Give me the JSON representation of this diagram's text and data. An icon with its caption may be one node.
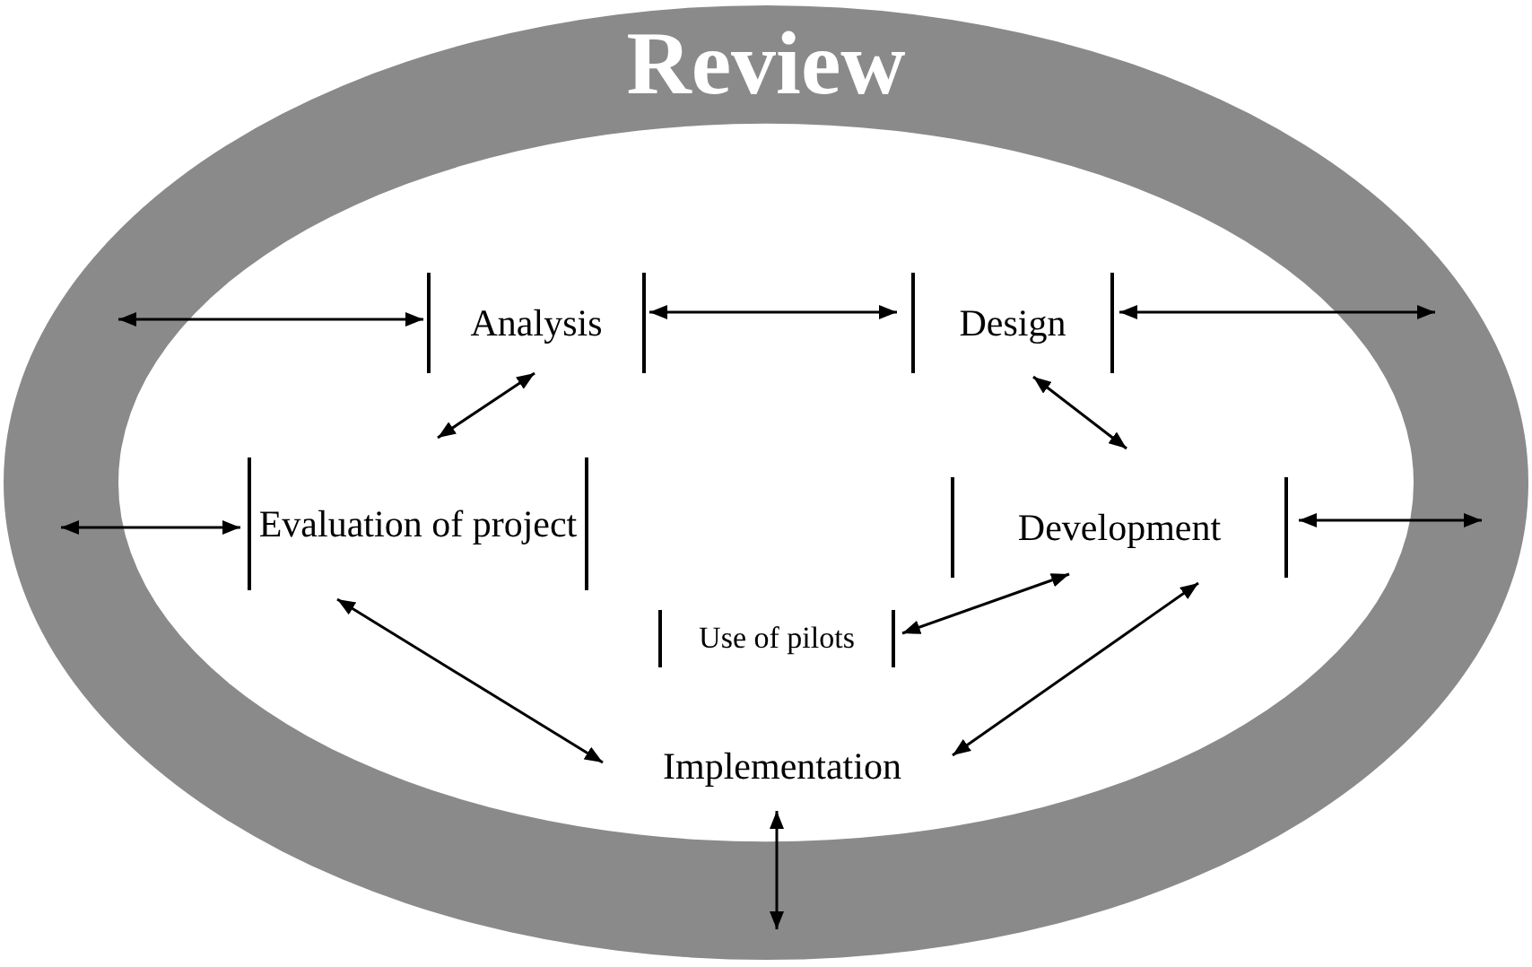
{
  "diagram": {
    "nodes": [
      {
        "text": [
          "Review"
        ]
      },
      {
        "text": [
          "Analysis"
        ],
        "in": 0
      },
      {
        "text": [
          "Design"
        ],
        "in": 0
      },
      {
        "text": [
          "Evaluation of project"
        ],
        "in": 0
      },
      {
        "text": [
          "Development"
        ],
        "in": 0
      },
      {
        "text": [
          "Use of pilots"
        ],
        "in": 0
      },
      {
        "text": [
          "Implementation"
        ],
        "in": 0
      }
    ],
    "edges": [
      {
        "from": 0,
        "to": 1,
        "arrow": "both"
      },
      {
        "from": 1,
        "to": 2,
        "arrow": "both"
      },
      {
        "from": 2,
        "to": 0,
        "arrow": "both"
      },
      {
        "from": 1,
        "to": 3,
        "arrow": "both"
      },
      {
        "from": 2,
        "to": 4,
        "arrow": "both"
      },
      {
        "from": 0,
        "to": 3,
        "arrow": "both"
      },
      {
        "from": 4,
        "to": 0,
        "arrow": "both"
      },
      {
        "from": 3,
        "to": 6,
        "arrow": "both"
      },
      {
        "from": 5,
        "to": 4,
        "arrow": "both"
      },
      {
        "from": 4,
        "to": 6,
        "arrow": "both"
      },
      {
        "from": 6,
        "to": 0,
        "arrow": "both"
      }
    ]
  }
}
